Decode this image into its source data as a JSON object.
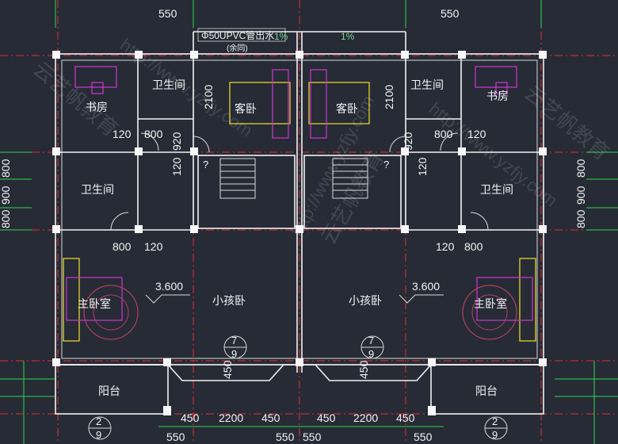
{
  "dims": {
    "top_left": "550",
    "top_right": "550",
    "d2100_left": "2100",
    "d2100_right": "2100",
    "d120_a": "120",
    "d800_a": "800",
    "d120_b": "120",
    "d800_b": "800",
    "d920_a": "920",
    "d920_b": "920",
    "d120_v_left": "120",
    "d120_v_right": "120",
    "d800_c": "800",
    "d120_c": "120",
    "d120_d": "120",
    "d800_d": "800",
    "side_left": [
      "800",
      "900",
      "800"
    ],
    "side_right": [
      "800",
      "900",
      "800"
    ],
    "bottom_row1": [
      "450",
      "2200",
      "450",
      "450",
      "2200",
      "450"
    ],
    "bottom_row2": [
      "550",
      "550",
      "550",
      "550"
    ],
    "d450_left": "450",
    "d450_right": "450"
  },
  "rooms": {
    "study_left": "书房",
    "study_right": "书房",
    "bath_top_left": "卫生间",
    "bath_top_right": "卫生间",
    "guest_left": "客卧",
    "guest_right": "客卧",
    "bath_mid_left": "卫生间",
    "bath_mid_right": "卫生间",
    "master_left": "主卧室",
    "master_right": "主卧室",
    "kid_left": "小孩卧",
    "kid_right": "小孩卧",
    "balcony_left": "阳台",
    "balcony_right": "阳台"
  },
  "notes": {
    "pipe": "Φ50UPVC管出水",
    "pipe_sub": "(余同)",
    "slope_left": "1%",
    "slope_right": "1%",
    "level_left": "3.600",
    "level_right": "3.600",
    "q1": "?",
    "q2": "?"
  },
  "markers": {
    "detail_left_top": "7",
    "detail_left_bot": "9",
    "detail_right_top": "7",
    "detail_right_bot": "9",
    "detail_bl_top": "2",
    "detail_bl_bot": "9",
    "detail_br_top": "2",
    "detail_br_bot": "9"
  },
  "watermark": {
    "url": "http://www.yzfjy.com",
    "brand": "云艺帆教育"
  },
  "colors": {
    "background": "#262b36",
    "wall": "#f2f2f2",
    "axis": "#e03030",
    "dimension": "#2fd84a",
    "furniture": "#d433d4",
    "highlight": "#e6d22a"
  }
}
